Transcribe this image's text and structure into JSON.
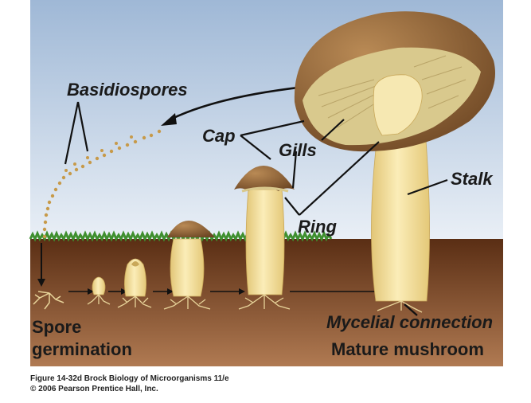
{
  "labels": {
    "basidiospores": "Basidiospores",
    "cap": "Cap",
    "gills": "Gills",
    "stalk": "Stalk",
    "ring": "Ring",
    "mycelial_connection": "Mycelial connection",
    "mature_mushroom": "Mature mushroom",
    "spore_germination_1": "Spore",
    "spore_germination_2": "germination"
  },
  "caption": {
    "line1": "Figure 14-32d Brock Biology of Microorganisms 11/e",
    "line2": "© 2006 Pearson Prentice Hall, Inc."
  },
  "colors": {
    "sky_top": "#9fb8d6",
    "sky_bottom": "#e8eef5",
    "soil": "#6b3a1c",
    "grass": "#3f8f2f",
    "cap": "#8a6236",
    "gills": "#d9c98d",
    "stalk": "#f0dd9a",
    "spore": "#c79a4a"
  }
}
